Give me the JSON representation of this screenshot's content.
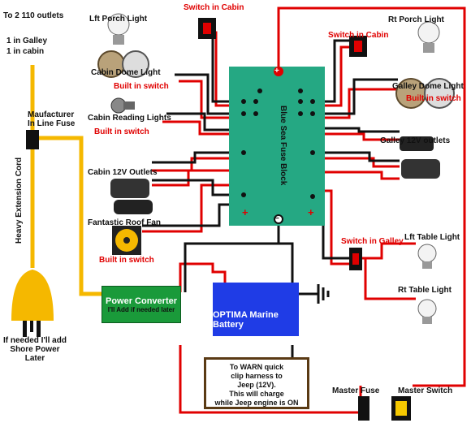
{
  "labels": {
    "outlets": "To 2 110 outlets",
    "galley_count": "1 in Galley",
    "cabin_count": "1 in cabin",
    "manufacturer_fuse": "Maufacturer\nIn Line Fuse",
    "extension_cord": "Heavy Extension Cord",
    "shore_power": "If needed I'll add\nShore Power\nLater",
    "power_converter": "Power Converter",
    "add_later": "I'll Add if needed later",
    "battery": "OPTIMA Marine Battery",
    "note": "To WARN quick\nclip harness to\nJeep (12V).\nThis will charge\nwhile Jeep engine is ON",
    "master_fuse": "Master Fuse",
    "master_switch": "Master Switch",
    "fuse_block": "Blue Sea Fuse Block",
    "lft_porch": "Lft Porch Light",
    "switch_cabin_1": "Switch in Cabin",
    "rt_porch": "Rt Porch Light",
    "switch_cabin_2": "Switch in Cabin",
    "cabin_dome": "Cabin Dome Light",
    "built_in_1": "Built in switch",
    "galley_dome": "Galley Dome Light",
    "built_in_2": "Built in switch",
    "cabin_reading": "Cabin Reading Lights",
    "built_in_3": "Built in switch",
    "galley_outlets": "Galley 12V outlets",
    "cabin_outlets": "Cabin 12V Outlets",
    "fan": "Fantastic Roof Fan",
    "built_in_4": "Built in switch",
    "switch_galley": "Switch in Galley",
    "lft_table": "Lft Table Light",
    "rt_table": "Rt Table Light",
    "plus1": "+",
    "plus2": "+",
    "plus3": "+",
    "minus": "−"
  },
  "colors": {
    "wire_red": "#e00000",
    "wire_black": "#111111",
    "cord": "#f5b800",
    "fuse_block": "#25a883",
    "converter": "#1a9a3a",
    "battery": "#1f3ce6",
    "note_border": "#5a3a14",
    "switch": "#e00000"
  }
}
